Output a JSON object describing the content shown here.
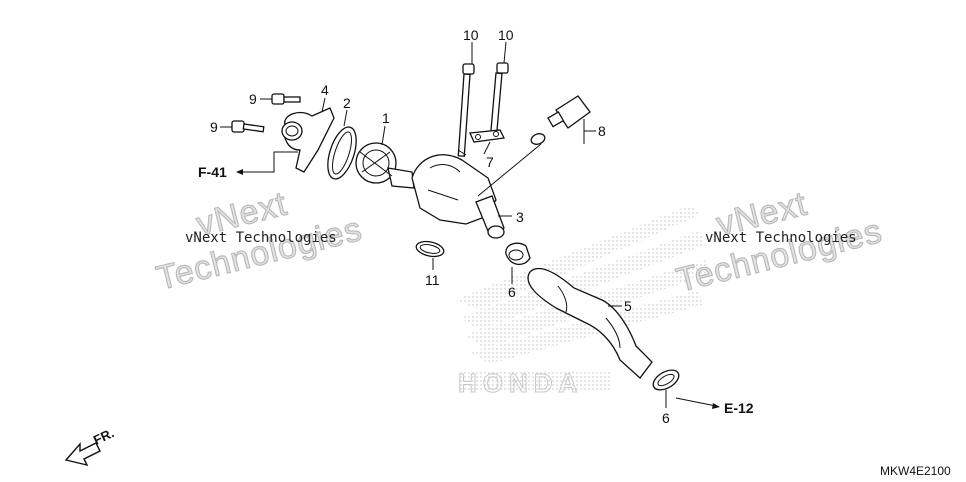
{
  "diagram": {
    "callouts": [
      "1",
      "2",
      "3",
      "4",
      "5",
      "6",
      "6",
      "7",
      "8",
      "9",
      "9",
      "10",
      "10",
      "11"
    ],
    "refs": {
      "f41": "F-41",
      "e12": "E-12",
      "front": "FR."
    },
    "code": "MKW4E2100",
    "watermark": {
      "line1": "vNext Technologies",
      "line2": "Technologies",
      "rotated": "vNext"
    }
  },
  "colors": {
    "ink": "#111111",
    "watermark": "#b8b8b8",
    "stipple": "#c8c8c8"
  }
}
